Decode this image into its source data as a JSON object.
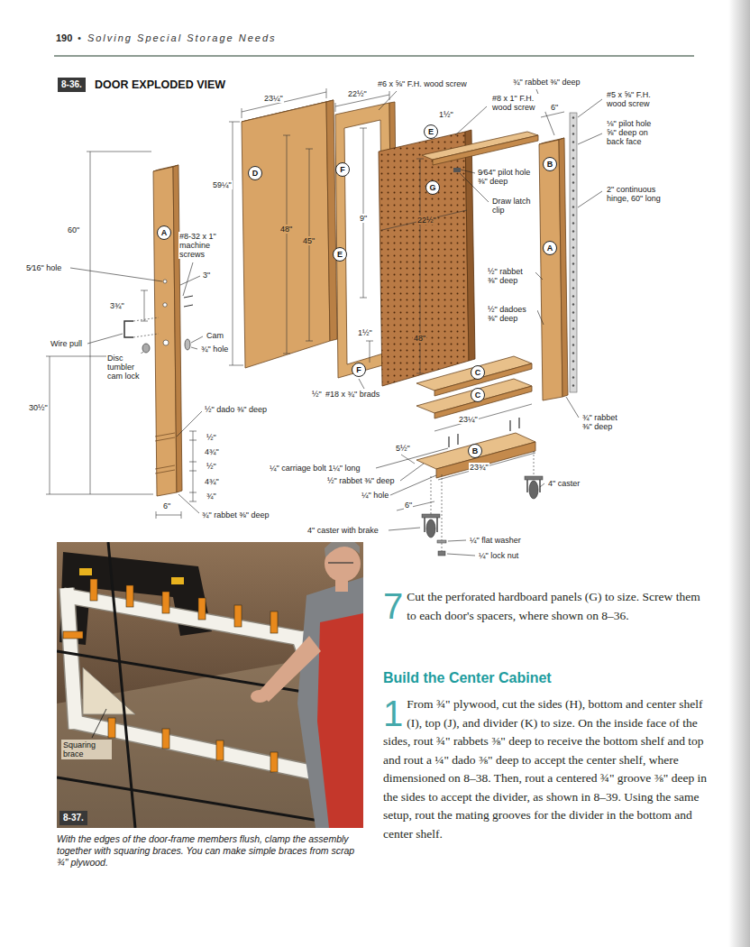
{
  "diagram": {
    "title": "DOOR EXPLODED VIEW",
    "caption": "With the edges of the door-frame members flush, clamp the assembly together with squaring braces. You can make simple braces from scrap ¾\" plywood.",
    "nodes": [
      {
        "text": [
          "8-36."
        ]
      },
      {
        "text": [
          "D"
        ]
      },
      {
        "text": [
          "F"
        ]
      },
      {
        "text": [
          "E"
        ]
      },
      {
        "text": [
          "G"
        ]
      },
      {
        "text": [
          "B"
        ]
      },
      {
        "text": [
          "A"
        ]
      },
      {
        "text": [
          "E"
        ]
      },
      {
        "text": [
          "A"
        ]
      },
      {
        "text": [
          "F"
        ]
      },
      {
        "text": [
          "C"
        ]
      },
      {
        "text": [
          "C"
        ]
      },
      {
        "text": [
          "B"
        ]
      },
      {
        "text": [
          "8-37."
        ]
      }
    ],
    "labels": [
      "190",
      "• Solving Special Storage Needs",
      "23¼\"",
      "22½\"",
      "#6 x ⅝\" F.H. wood screw",
      "1½\"",
      "#8 x 1\" F.H. wood screw",
      "¾\" rabbet ⅜\" deep",
      "6\"",
      "#5 x ⅝\" F.H. wood screw",
      "⅛\" pilot hole ⅝\" deep on back face",
      "2\" continuous hinge, 60\" long",
      "59¼\"",
      "60\"",
      "5⁄16\" hole",
      "#8-32 x 1\" machine screws",
      "3\"",
      "3¾\"",
      "Cam",
      "¾\" hole",
      "Wire pull",
      "Disc tumbler cam lock",
      "30½\"",
      "½\" dado ⅜\" deep",
      "½\"",
      "4¾\"",
      "½\"",
      "4¾\"",
      "¾\"",
      "6\"",
      "¾\" rabbet ⅜\" deep",
      "48\"",
      "45\"",
      "9\"",
      "1½\"",
      "½\"",
      "#18 x ¾\" brads",
      "9⁄64\" pilot hole ⅜\" deep",
      "Draw latch clip",
      "22½\"",
      "48\"",
      "½\" rabbet ⅜\" deep",
      "½\" dadoes ⅜\" deep",
      "¾\" rabbet ⅜\" deep",
      "23¼\"",
      "5½\"",
      "¼\" carriage bolt 1¼\" long",
      "½\" rabbet ⅜\" deep",
      "¼\" hole",
      "6\"",
      "23¾\"",
      "4\" caster",
      "4\" caster with brake",
      "¼\" flat washer",
      "¼\" lock nut",
      "Squaring brace",
      "7",
      "Cut the perforated hardboard panels (G) to size. Screw them to each door's spacers, where shown on 8–36.",
      "Build the Center Cabinet",
      "1",
      "From ¾\" plywood, cut the sides (H), bottom and center shelf (I), top (J), and divider (K) to size. On the inside face of the sides, rout ¾\" rabbets ⅜\" deep to receive the bottom shelf and top and rout a ¼\" dado ⅜\" deep to accept the center shelf, where dimensioned on 8–38. Then, rout a centered ¾\" groove ⅜\" deep in the sides to accept the divider, as shown in 8–39. Using the same setup, rout the mating grooves for the divider in the bottom and center shelf."
    ]
  }
}
